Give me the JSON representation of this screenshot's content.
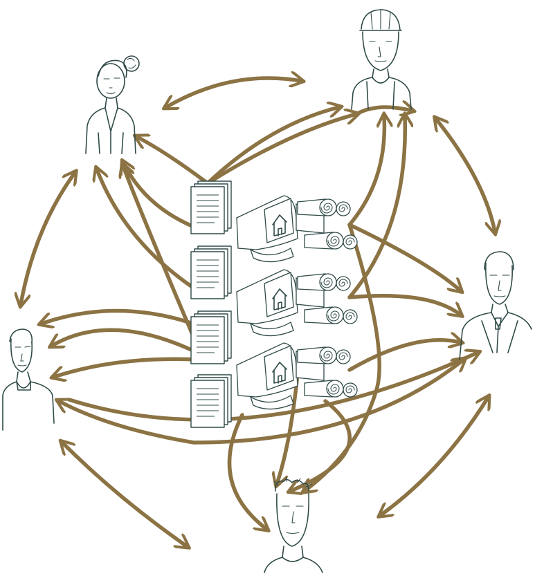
{
  "colors": {
    "arrow": "#8c7344",
    "ink": "#2f4a48",
    "background": "#ffffff"
  },
  "people": [
    {
      "name": "woman-top-left"
    },
    {
      "name": "worker-top-right"
    },
    {
      "name": "man-left"
    },
    {
      "name": "businessman-right"
    },
    {
      "name": "man-bottom"
    }
  ],
  "hub": {
    "document_stacks": 4,
    "computers": 3,
    "scrolls_per_computer": 3
  }
}
